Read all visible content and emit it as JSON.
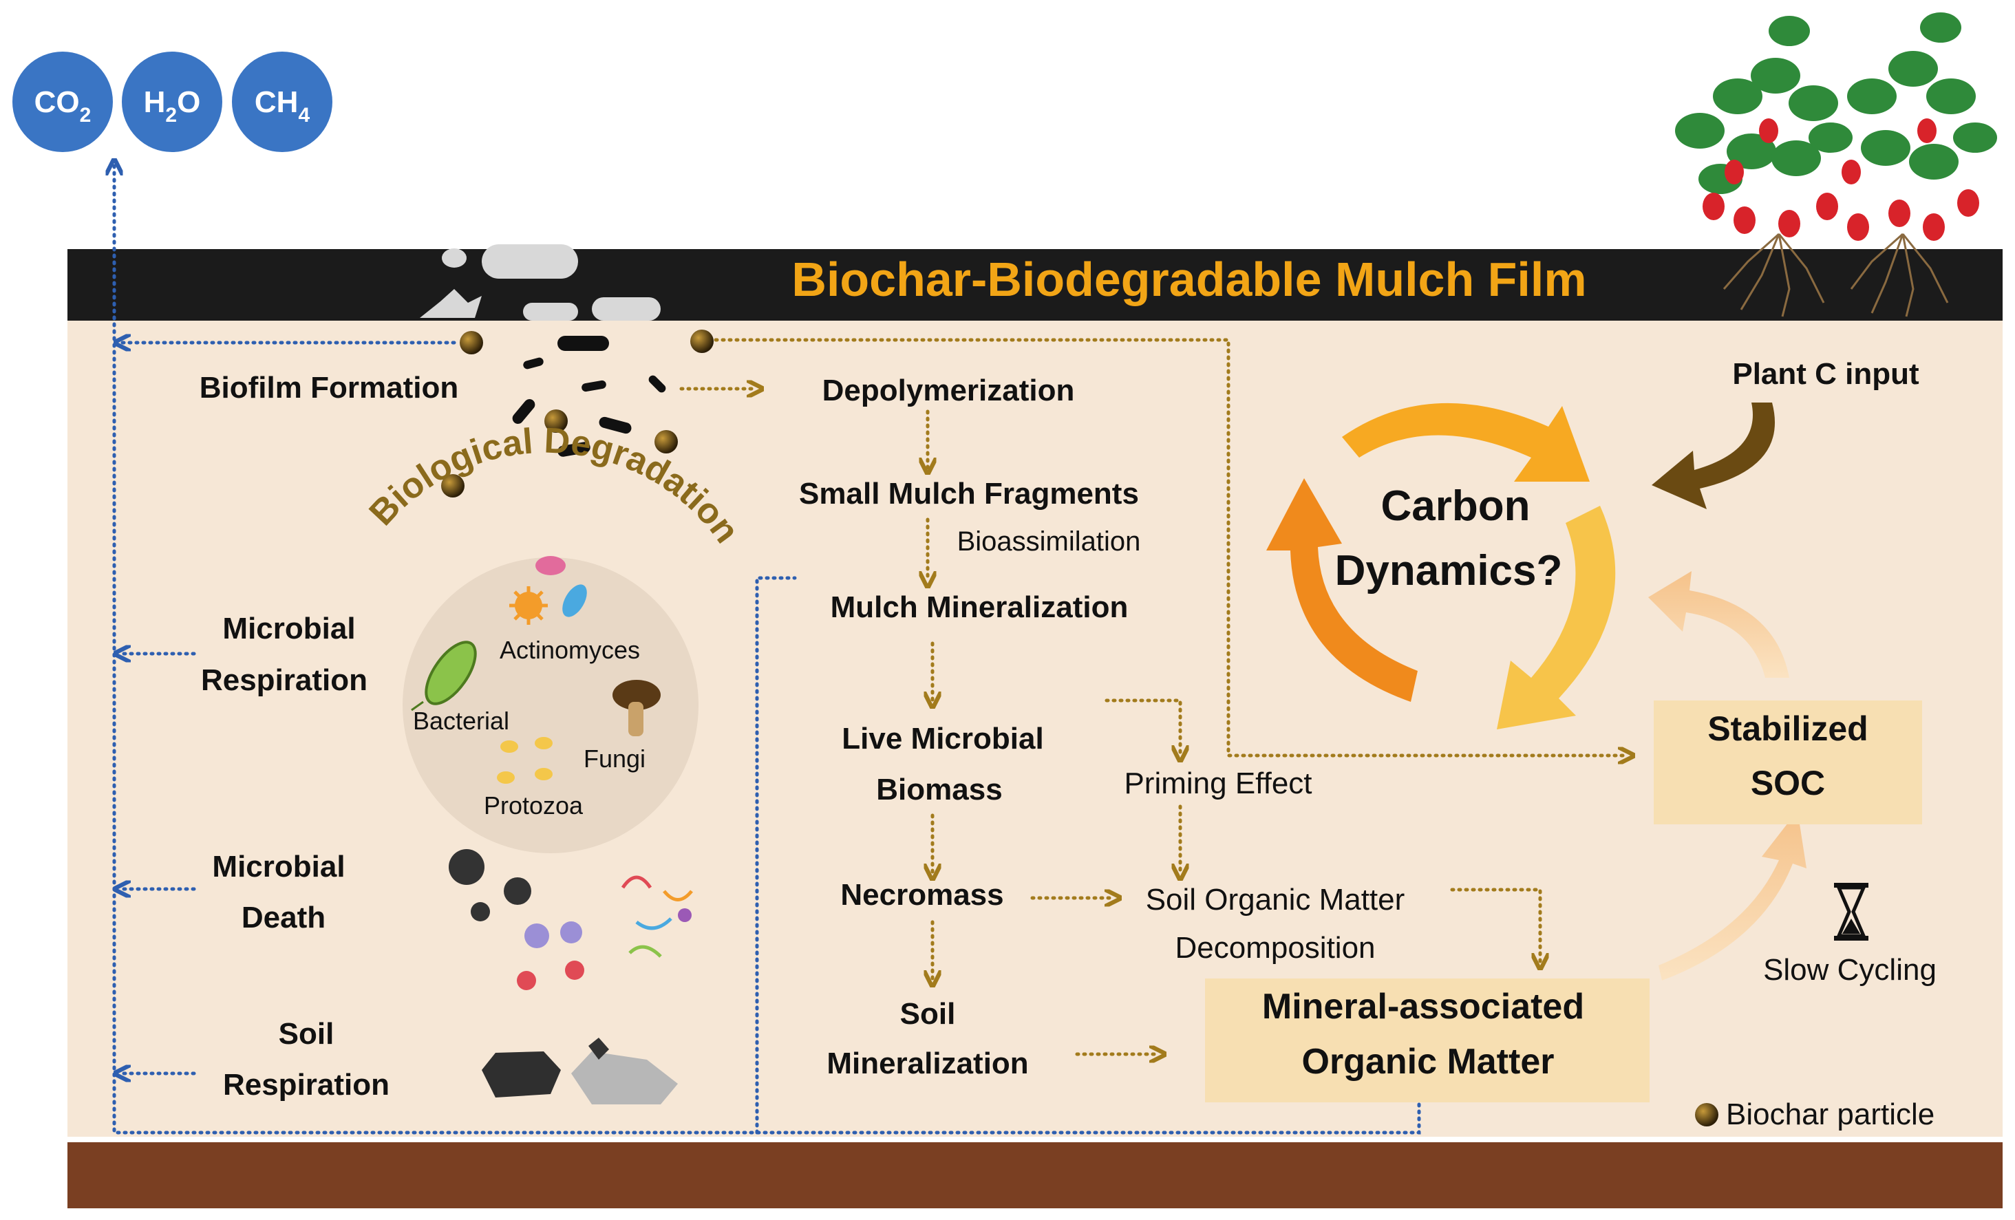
{
  "gases": [
    {
      "main": "CO",
      "sub": "2",
      "tail": ""
    },
    {
      "main": "H",
      "sub": "2",
      "tail": "O"
    },
    {
      "main": "CH",
      "sub": "4",
      "tail": ""
    }
  ],
  "banner": {
    "title": "Biochar-Biodegradable Mulch Film"
  },
  "left": {
    "biofilm": "Biofilm Formation",
    "arc_title": "Biological Degradation",
    "microbial_respiration": [
      "Microbial",
      "Respiration"
    ],
    "microbial_death": [
      "Microbial",
      "Death"
    ],
    "soil_respiration": [
      "Soil",
      "Respiration"
    ]
  },
  "organisms": {
    "actinomyces": "Actinomyces",
    "bacterial": "Bacterial",
    "fungi": "Fungi",
    "protozoa": "Protozoa"
  },
  "pathway": {
    "depolymerization": "Depolymerization",
    "small_fragments": "Small Mulch Fragments",
    "bioassimilation": "Bioassimilation",
    "mulch_mineralization": "Mulch Mineralization",
    "live_biomass": [
      "Live Microbial",
      "Biomass"
    ],
    "necromass": "Necromass",
    "soil_mineralization": [
      "Soil",
      "Mineralization"
    ],
    "priming": "Priming Effect",
    "som_decomposition": [
      "Soil Organic Matter",
      "Decomposition"
    ]
  },
  "right": {
    "carbon_dynamics": [
      "Carbon",
      "Dynamics?"
    ],
    "plant_input": "Plant C input",
    "stabilized_soc": [
      "Stabilized",
      "SOC"
    ],
    "maom": [
      "Mineral-associated",
      "Organic Matter"
    ],
    "slow_cycling": "Slow Cycling",
    "legend_biochar": "Biochar particle"
  },
  "colors": {
    "gas_bubble": "#3a75c4",
    "banner": "#1b1b1b",
    "banner_text": "#f2a516",
    "soil_bg": "#f6e7d6",
    "soil_layer": "#7a3f22",
    "blue_dotted": "#2e5fb0",
    "gold_dotted": "#a27b1c",
    "biochar": "#3a2a0e",
    "highlight_box": "#f7dfb2",
    "arc_text": "#8a6a1c"
  }
}
